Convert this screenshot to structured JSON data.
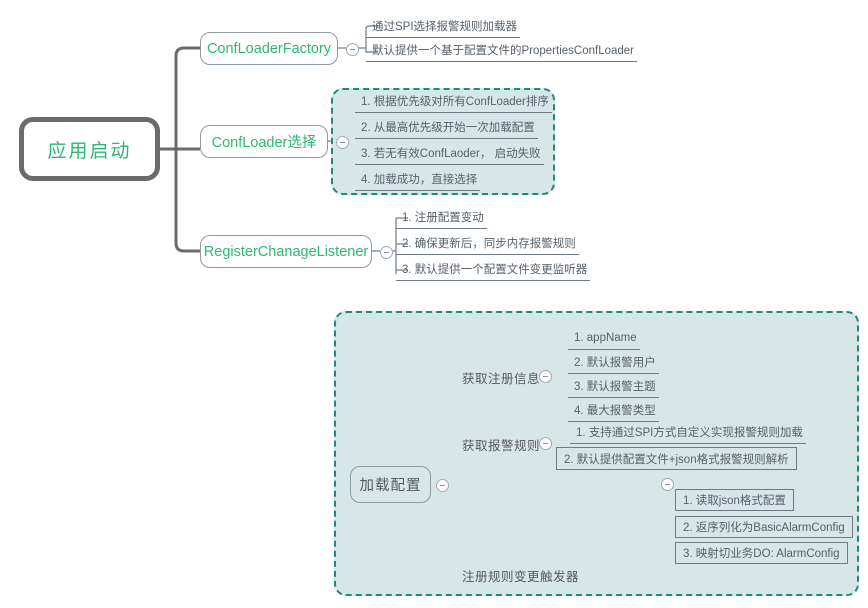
{
  "diagram": {
    "title": "应用启动流程思维导图",
    "colors": {
      "root_border": "#6b6b6b",
      "node_text_green": "#2eb872",
      "node_border": "#8d9aa3",
      "leaf_text": "#57606a",
      "region_border": "#1e8a7c",
      "region_fill": "#d7e7e7",
      "wire": "#6e7b85"
    }
  },
  "map_top": {
    "root": {
      "label": "应用启动"
    },
    "branches": [
      {
        "label": "ConfLoaderFactory",
        "toggle": "collapse-toggle",
        "children": [
          {
            "text": "通过SPI选择报警规则加载器",
            "style": "underline"
          },
          {
            "text": "默认提供一个基于配置文件的PropertiesConfLoader",
            "style": "underline"
          }
        ]
      },
      {
        "label": "ConfLoader选择",
        "toggle": "collapse-toggle",
        "highlighted": true,
        "children": [
          {
            "text": "1. 根据优先级对所有ConfLoader排序",
            "style": "underline"
          },
          {
            "text": "2. 从最高优先级开始一次加载配置",
            "style": "underline"
          },
          {
            "text": "3. 若无有效ConfLaoder， 启动失败",
            "style": "underline"
          },
          {
            "text": "4. 加载成功，直接选择",
            "style": "underline"
          }
        ]
      },
      {
        "label": "RegisterChanageListener",
        "toggle": "collapse-toggle",
        "children": [
          {
            "text": "1. 注册配置变动",
            "style": "underline"
          },
          {
            "text": "2. 确保更新后，同步内存报警规则",
            "style": "underline"
          },
          {
            "text": "3. 默认提供一个配置文件变更监听器",
            "style": "underline"
          }
        ]
      }
    ]
  },
  "map_bottom": {
    "highlighted": true,
    "root": {
      "label": "加载配置",
      "toggle": "collapse-toggle"
    },
    "branches": [
      {
        "label": "获取注册信息",
        "toggle": "collapse-toggle",
        "children": [
          {
            "text": "1. appName",
            "style": "underline"
          },
          {
            "text": "2. 默认报警用户",
            "style": "underline"
          },
          {
            "text": "3. 默认报警主题",
            "style": "underline"
          },
          {
            "text": "4. 最大报警类型",
            "style": "underline"
          }
        ]
      },
      {
        "label": "获取报警规则",
        "toggle": "collapse-toggle",
        "children": [
          {
            "text": "1. 支持通过SPI方式自定义实现报警规则加载",
            "style": "underline"
          },
          {
            "text": "2. 默认提供配置文件+json格式报警规则解析",
            "style": "box",
            "toggle": "collapse-toggle",
            "children": [
              {
                "text": "1. 读取json格式配置",
                "style": "box"
              },
              {
                "text": "2. 返序列化为BasicAlarmConfig",
                "style": "box"
              },
              {
                "text": "3. 映射切业务DO: AlarmConfig",
                "style": "box"
              }
            ]
          }
        ]
      },
      {
        "label": "注册规则变更触发器",
        "children": []
      }
    ]
  }
}
